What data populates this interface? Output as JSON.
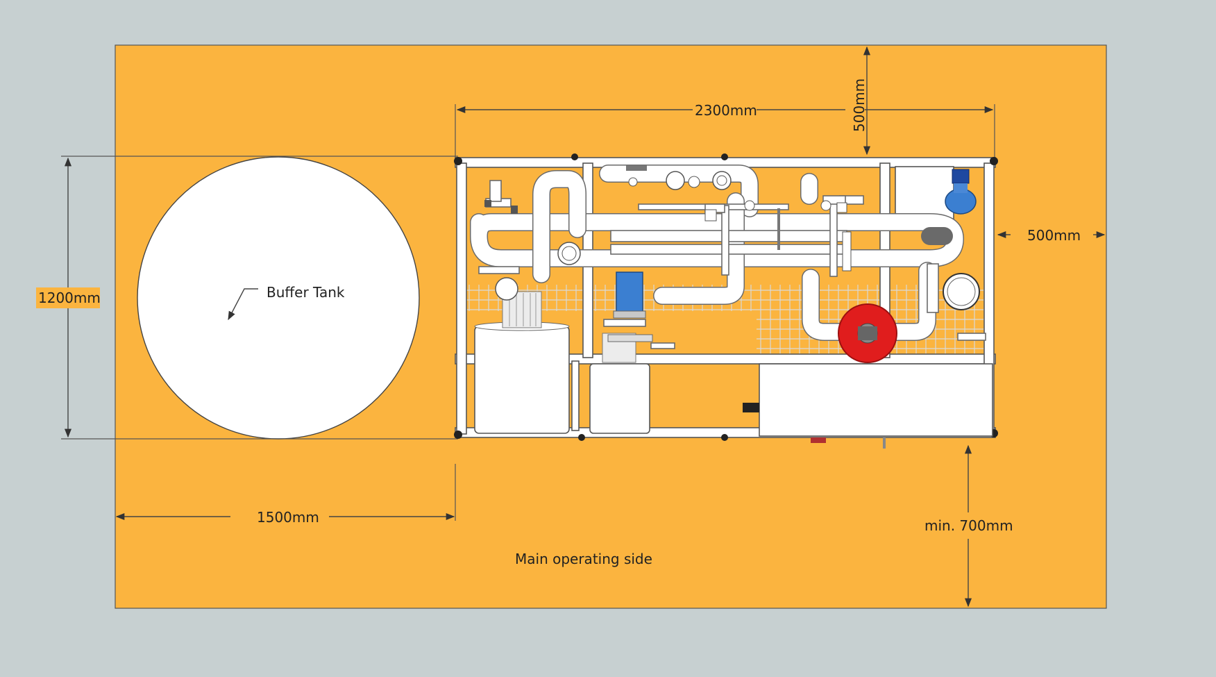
{
  "colors": {
    "background": "#c7d0d1",
    "floor_area": "#fbb43f",
    "tank": "#ffffff",
    "accent_blue": "#3b7fd1",
    "accent_red": "#e01d1d"
  },
  "labels": {
    "buffer_tank": "Buffer Tank",
    "width_2300": "2300mm",
    "clear_top": "500mm",
    "clear_right": "500mm",
    "depth_1200": "1200mm",
    "gap_1500": "1500mm",
    "front_clearance": "min. 700mm",
    "operating_side": "Main operating side"
  }
}
